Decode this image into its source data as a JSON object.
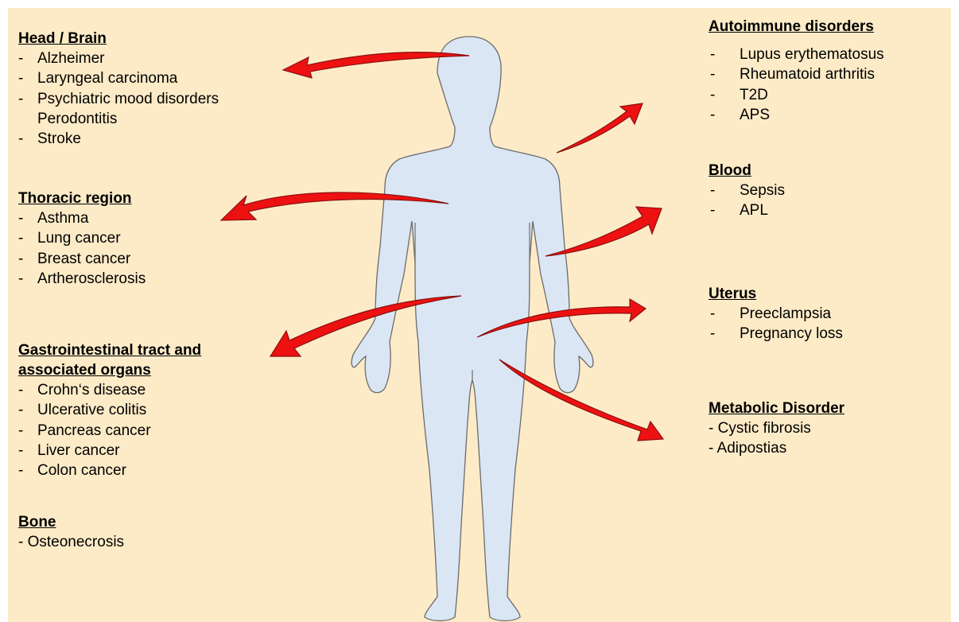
{
  "colors": {
    "background": "#fdebc7",
    "body_fill": "#dbe6f4",
    "body_stroke": "#6b6b6b",
    "arrow_fill": "#ee1111",
    "arrow_stroke": "#8a1010"
  },
  "groups": {
    "head": {
      "title": "Head / Brain",
      "items": [
        "Alzheimer",
        "Laryngeal carcinoma",
        "Psychiatric mood disorders",
        "Perodontitis",
        "Stroke"
      ]
    },
    "thoracic": {
      "title": "Thoracic region",
      "items": [
        "Asthma",
        "Lung cancer",
        "Breast cancer",
        "Artherosclerosis"
      ]
    },
    "gastro": {
      "title_line1": "Gastrointestinal tract and",
      "title_line2": "associated organs",
      "items": [
        "Crohn‘s disease",
        "Ulcerative colitis",
        "Pancreas cancer",
        "Liver cancer",
        "Colon cancer"
      ]
    },
    "bone": {
      "title": "Bone",
      "items": [
        "- Osteonecrosis"
      ]
    },
    "autoimmune": {
      "title": "Autoimmune disorders",
      "items": [
        "Lupus erythematosus",
        "Rheumatoid arthritis",
        "T2D",
        "APS"
      ]
    },
    "blood": {
      "title": "Blood",
      "items": [
        "Sepsis",
        "APL"
      ]
    },
    "uterus": {
      "title": "Uterus",
      "items": [
        "Preeclampsia",
        "Pregnancy loss"
      ]
    },
    "metabolic": {
      "title": "Metabolic Disorder",
      "items": [
        "- Cystic fibrosis",
        "- Adipostias"
      ]
    }
  }
}
